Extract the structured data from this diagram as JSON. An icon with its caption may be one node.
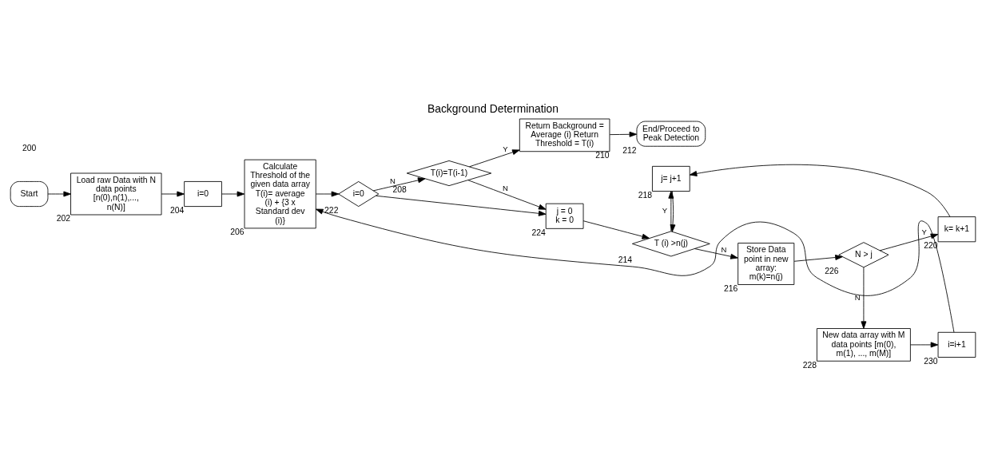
{
  "diagram": {
    "title": "Background Determination",
    "nodes": [
      {
        "text": [
          "Start"
        ]
      },
      {
        "text": [
          "Load raw Data with N data points [n(0),n(1),..., n(N)]"
        ],
        "beside": [
          "202"
        ]
      },
      {
        "text": [
          "i=0"
        ],
        "beside": [
          "204"
        ]
      },
      {
        "text": [
          "Calculate Threshold of the given data array T(i)= average (i) + {3 x Standard dev (i)}"
        ],
        "beside": [
          "206"
        ]
      },
      {
        "text": [
          "i=0"
        ],
        "beside": [
          "222"
        ]
      },
      {
        "text": [
          "T(i)=T(i-1)"
        ],
        "beside": [
          "208"
        ]
      },
      {
        "text": [
          "j = 0 k = 0"
        ],
        "beside": [
          "224"
        ]
      },
      {
        "text": [
          "Return Background = Average (i) Return Threshold = T(i)"
        ],
        "beside": [
          "210"
        ]
      },
      {
        "text": [
          "End/Proceed to Peak Detection"
        ],
        "beside": [
          "212"
        ]
      },
      {
        "text": [
          "T (i) >n(j)"
        ],
        "beside": [
          "214"
        ]
      },
      {
        "text": [
          "Store Data point in new array: m(k)=n(j)"
        ],
        "beside": [
          "216"
        ]
      },
      {
        "text": [
          "N > j"
        ],
        "beside": [
          "226"
        ]
      },
      {
        "text": [
          "j= j+1"
        ],
        "beside": [
          "218"
        ]
      },
      {
        "text": [
          "k= k+1"
        ],
        "beside": [
          "220"
        ]
      },
      {
        "text": [
          "New data array with M data points [m(0), m(1), ..., m(M)]"
        ],
        "beside": [
          "228"
        ]
      },
      {
        "text": [
          "i=i+1"
        ],
        "beside": [
          "230"
        ]
      }
    ],
    "edges": [
      {
        "from": 0,
        "to": 1,
        "arrow": "to"
      },
      {
        "from": 1,
        "to": 2,
        "arrow": "to"
      },
      {
        "from": 2,
        "to": 3,
        "arrow": "to"
      },
      {
        "from": 3,
        "to": 4,
        "arrow": "to"
      },
      {
        "from": 4,
        "to": 5,
        "arrow": "to",
        "label": "N"
      },
      {
        "from": 4,
        "to": 6,
        "arrow": "to"
      },
      {
        "from": 5,
        "to": 6,
        "arrow": "to",
        "label": "N"
      },
      {
        "from": 5,
        "to": 7,
        "arrow": "to",
        "label": "Y"
      },
      {
        "from": 7,
        "to": 8,
        "arrow": "to"
      },
      {
        "from": 6,
        "to": 9,
        "arrow": "to"
      },
      {
        "from": 9,
        "to": 10,
        "arrow": "to",
        "label": "N"
      },
      {
        "from": 9,
        "to": 12,
        "arrow": "to",
        "label": "Y"
      },
      {
        "from": 10,
        "to": 11,
        "arrow": "to"
      },
      {
        "from": 11,
        "to": 13,
        "arrow": "to",
        "label": "Y"
      },
      {
        "from": 13,
        "to": 12,
        "arrow": "to"
      },
      {
        "from": 12,
        "to": 9,
        "arrow": "to"
      },
      {
        "from": 11,
        "to": 14,
        "arrow": "to",
        "label": "N"
      },
      {
        "from": 14,
        "to": 15,
        "arrow": "to"
      },
      {
        "from": 15,
        "to": 3,
        "arrow": "to"
      }
    ],
    "labels": [
      "200"
    ]
  }
}
